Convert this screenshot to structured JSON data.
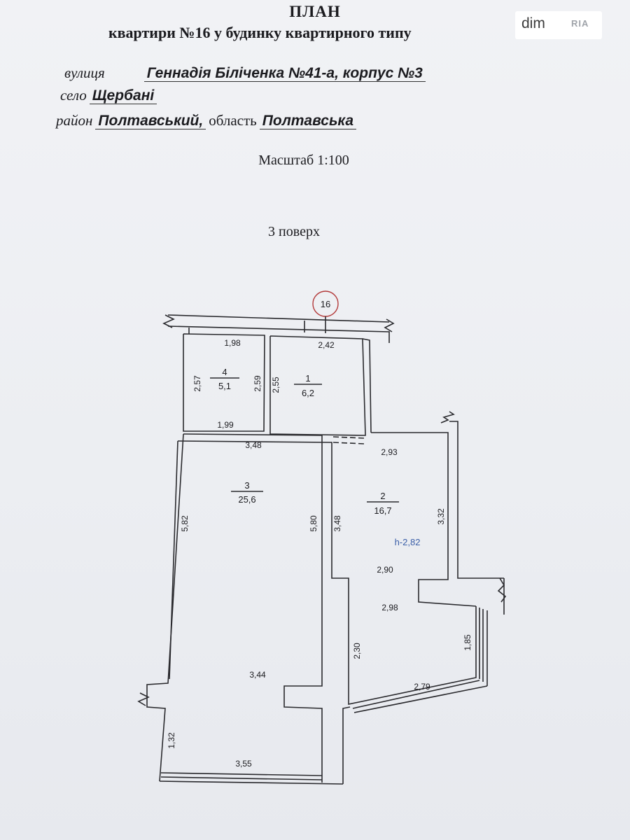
{
  "header": {
    "title": "ПЛАН",
    "subtitle": "квартири №16 у будинку квартирного типу",
    "street_label": "вулиця",
    "street_value": "Геннадія Біліченка  №41-а, корпус №3",
    "village_label": "село",
    "village_value": "Щербані",
    "district_label": "район",
    "district_value": "Полтавський,",
    "region_label": "область",
    "region_value": "Полтавська",
    "scale": "Масштаб 1:100",
    "floor": "3 поверх"
  },
  "watermark": {
    "brand": "dim",
    "logo_text": "RIA"
  },
  "plan": {
    "apartment_marker": "16",
    "height_note": "h-2,82",
    "rooms": [
      {
        "number": "4",
        "area": "5,1"
      },
      {
        "number": "1",
        "area": "6,2"
      },
      {
        "number": "3",
        "area": "25,6"
      },
      {
        "number": "2",
        "area": "16,7"
      }
    ],
    "dimensions": {
      "room4_top": "1,98",
      "room4_left": "2,57",
      "room4_right": "2,59",
      "room4_bottom": "1,99",
      "room1_top": "2,42",
      "room1_left": "2,55",
      "room3_top": "3,48",
      "room3_left": "5,82",
      "room3_right": "5,80",
      "room3_lower": "3,44",
      "balcony_left": "1,32",
      "balcony_bottom": "3,55",
      "room2_top": "2,93",
      "room2_left": "3,48",
      "room2_right": "3,32",
      "room2_mid": "2,90",
      "room2_lower": "2,98",
      "room2_lower_left": "2,30",
      "room2_lower_right": "1,85",
      "room2_bottom": "2,79"
    }
  }
}
